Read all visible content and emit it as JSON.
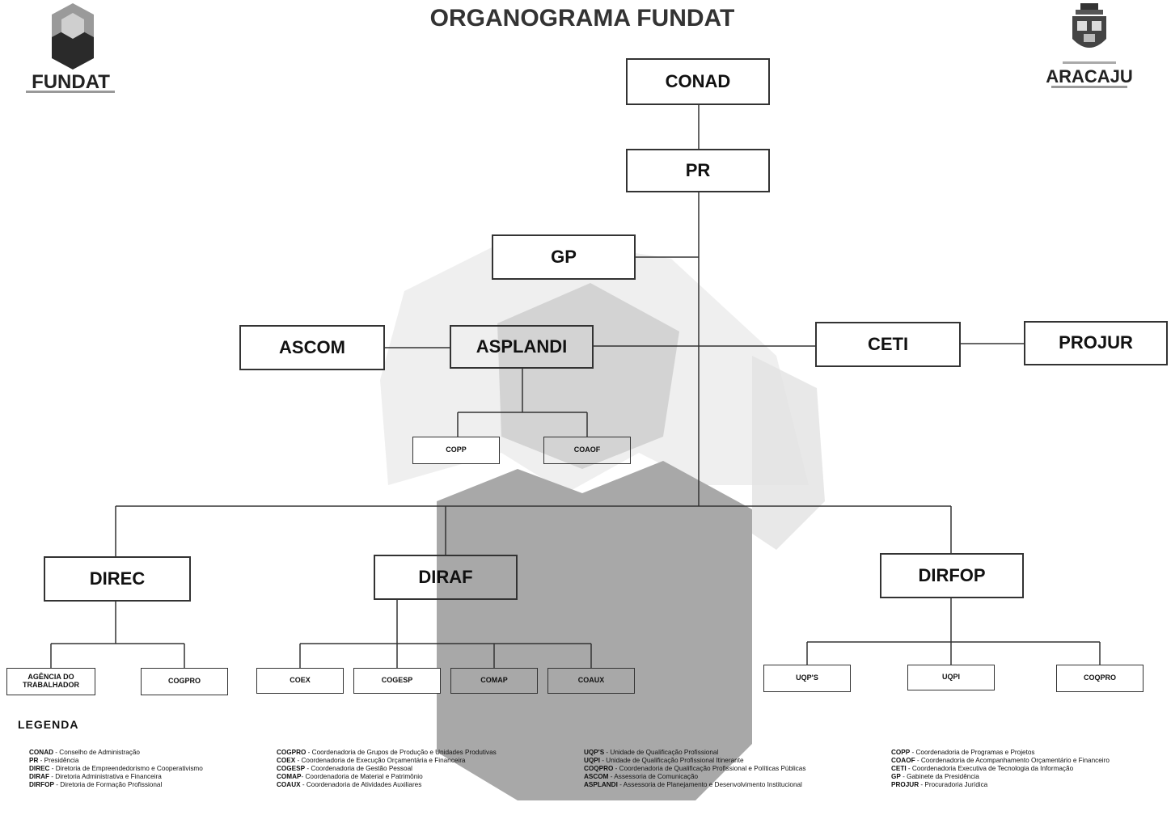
{
  "title": "ORGANOGRAMA FUNDAT",
  "logo_left": {
    "name": "FUNDAT",
    "icon": "hexagon-cube-icon"
  },
  "logo_right": {
    "name": "ARACAJU",
    "icon": "city-crest-icon"
  },
  "nodes": {
    "conad": "CONAD",
    "pr": "PR",
    "gp": "GP",
    "ascom": "ASCOM",
    "asplandi": "ASPLANDI",
    "ceti": "CETI",
    "projur": "PROJUR",
    "copp": "COPP",
    "coaof": "COAOF",
    "direc": "DIREC",
    "diraf": "DIRAF",
    "dirfop": "DIRFOP",
    "agencia": "AGÊNCIA DO TRABALHADOR",
    "cogpro_direc": "COGPRO",
    "coex": "COEX",
    "cogesp": "COGESP",
    "comap": "COMAP",
    "coaux": "COAUX",
    "uqps": "UQP'S",
    "uqpi": "UQPI",
    "coqpro": "COQPRO"
  },
  "legend": {
    "title": "LEGENDA",
    "col1": [
      {
        "abbr": "CONAD",
        "desc": " - Conselho de Administração"
      },
      {
        "abbr": "PR",
        "desc": " - Presidência"
      },
      {
        "abbr": "DIREC",
        "desc": " - Diretoria de Empreendedorismo e Cooperativismo"
      },
      {
        "abbr": "DIRAF",
        "desc": " - Diretoria Administrativa e Financeira"
      },
      {
        "abbr": "DIRFOP",
        "desc": " - Diretoria de Formação Profissional"
      }
    ],
    "col2": [
      {
        "abbr": "COGPRO",
        "desc": " - Coordenadoria de Grupos de Produção e Unidades Produtivas"
      },
      {
        "abbr": "COEX",
        "desc": " - Coordenadoria de Execução Orçamentária e Financeira"
      },
      {
        "abbr": "COGESP",
        "desc": " - Coordenadoria de Gestão Pessoal"
      },
      {
        "abbr": "COMAP",
        "desc": "- Coordenadoria de Material e Patrimônio"
      },
      {
        "abbr": "COAUX",
        "desc": " - Coordenadoria de Atividades Auxiliares"
      }
    ],
    "col3": [
      {
        "abbr": "UQP'S",
        "desc": " - Unidade de Qualificação Profissional"
      },
      {
        "abbr": "UQPI",
        "desc": " - Unidade de Qualificação Profissional Itinerante"
      },
      {
        "abbr": "COQPRO",
        "desc": " - Coordenadoria de Qualificação Profissional e Políticas Públicas"
      },
      {
        "abbr": "ASCOM",
        "desc": " - Assessoria de Comunicação"
      },
      {
        "abbr": "ASPLANDI",
        "desc": " - Assessoria de Planejamento e Desenvolvimento Institucional"
      }
    ],
    "col4": [
      {
        "abbr": "COPP",
        "desc": " - Coordenadoria de Programas e Projetos"
      },
      {
        "abbr": "COAOF",
        "desc": " - Coordenadoria de Acompanhamento Orçamentário e Financeiro"
      },
      {
        "abbr": "CETI",
        "desc": " - Coordenadoria Executiva de Tecnologia da Informação"
      },
      {
        "abbr": "GP",
        "desc": " - Gabinete da Presidência"
      },
      {
        "abbr": "PROJUR",
        "desc": " - Procuradoria Jurídica"
      }
    ]
  }
}
